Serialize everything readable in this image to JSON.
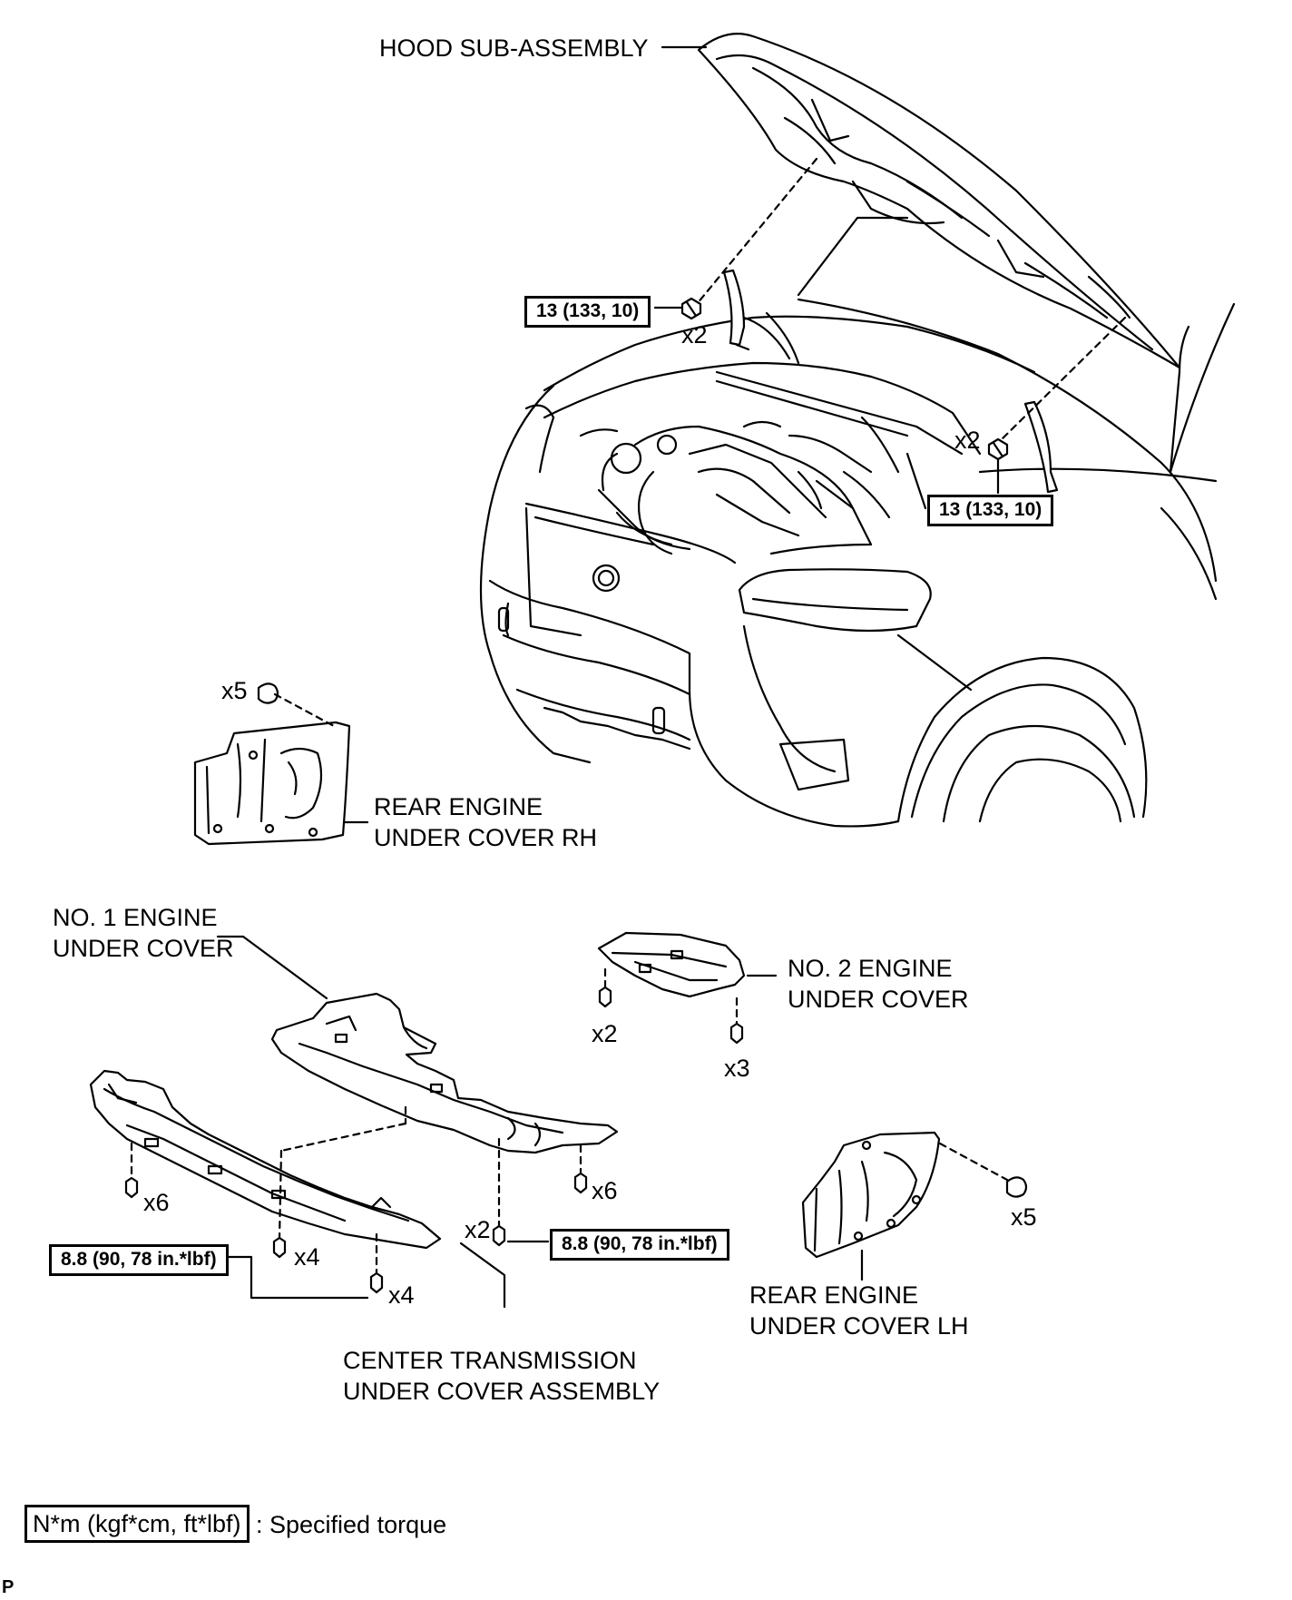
{
  "labels": {
    "hood": "HOOD SUB-ASSEMBLY",
    "rear_rh_1": "REAR ENGINE",
    "rear_rh_2": "UNDER COVER RH",
    "no1_1": "NO. 1 ENGINE",
    "no1_2": "UNDER COVER",
    "no2_1": "NO. 2 ENGINE",
    "no2_2": "UNDER COVER",
    "rear_lh_1": "REAR ENGINE",
    "rear_lh_2": "UNDER COVER LH",
    "center_1": "CENTER TRANSMISSION",
    "center_2": "UNDER COVER ASSEMBLY"
  },
  "torques": {
    "hood_left": "13 (133, 10)",
    "hood_right": "13 (133, 10)",
    "under_left": "8.8 (90, 78 in.*lbf)",
    "under_right": "8.8 (90, 78 in.*lbf)"
  },
  "quantities": {
    "hood_left": "x2",
    "hood_right": "x2",
    "rear_rh": "x5",
    "no2_left": "x2",
    "no2_right": "x3",
    "center_left": "x6",
    "no1_right": "x6",
    "center_mid": "x2",
    "center_x4_a": "x4",
    "center_x4_b": "x4",
    "rear_lh": "x5"
  },
  "legend": {
    "unit": "N*m (kgf*cm, ft*lbf)",
    "text": ": Specified torque"
  },
  "footer_code": "P"
}
